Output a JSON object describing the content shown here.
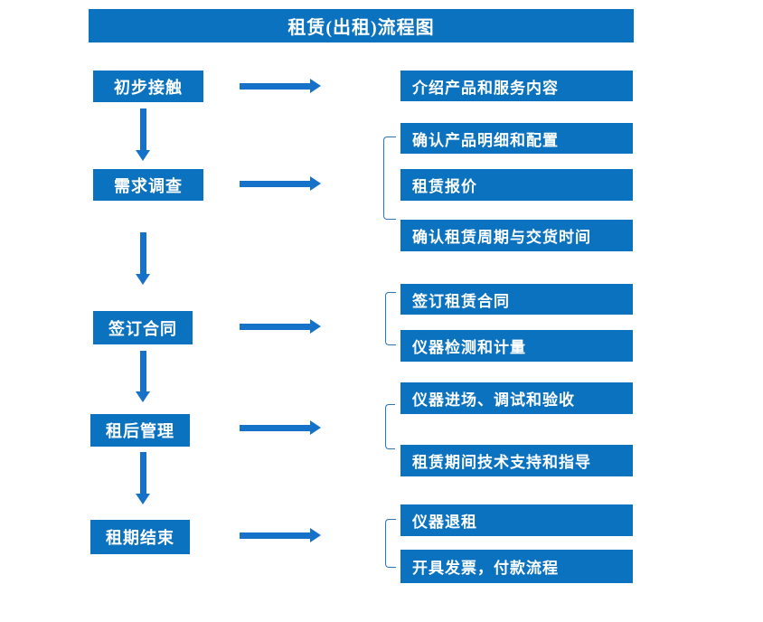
{
  "title": "租赁(出租)流程图",
  "colors": {
    "box_fill": "#0B72BF",
    "arrow": "#1672C8",
    "bracket": "#2E75B6",
    "text": "#FFFFFF",
    "background": "#FFFFFF"
  },
  "flow": [
    {
      "stage": "初步接触",
      "details": [
        "介绍产品和服务内容"
      ]
    },
    {
      "stage": "需求调查",
      "details": [
        "确认产品明细和配置",
        "租赁报价",
        "确认租赁周期与交货时间"
      ]
    },
    {
      "stage": "签订合同",
      "details": [
        "签订租赁合同",
        "仪器检测和计量"
      ]
    },
    {
      "stage": "租后管理",
      "details": [
        "仪器进场、调试和验收",
        "租赁期间技术支持和指导"
      ]
    },
    {
      "stage": "租期结束",
      "details": [
        "仪器退租",
        "开具发票，付款流程"
      ]
    }
  ]
}
